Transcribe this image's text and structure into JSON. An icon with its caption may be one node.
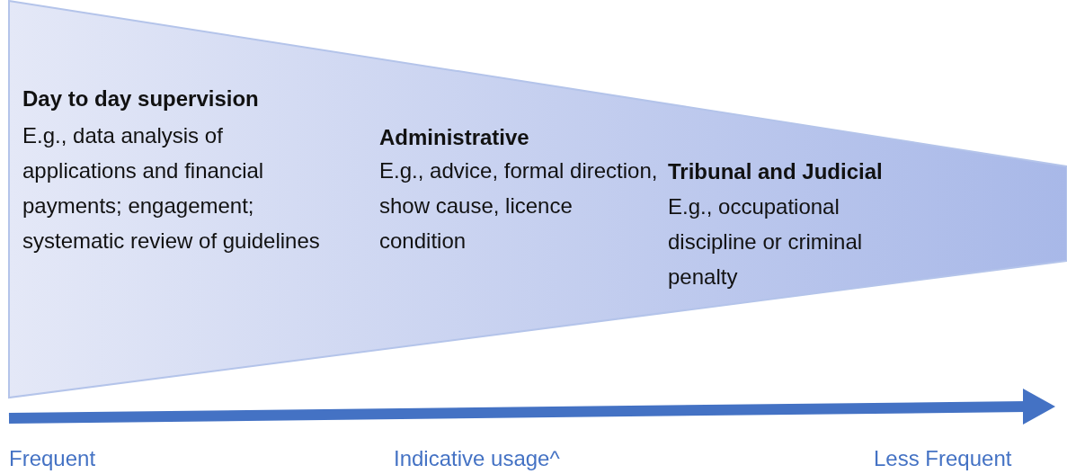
{
  "diagram": {
    "nodes": [
      {
        "text": [
          "Day to day supervision",
          "E.g., data analysis of applications and financial payments; engagement; systematic review of guidelines",
          "Administrative",
          "E.g., advice, formal direction, show cause, licence condition",
          "Tribunal and Judicial",
          "E.g., occupational discipline or criminal penalty"
        ]
      }
    ],
    "labels": [
      "Frequent",
      "Indicative usage^",
      "Less Frequent"
    ]
  }
}
